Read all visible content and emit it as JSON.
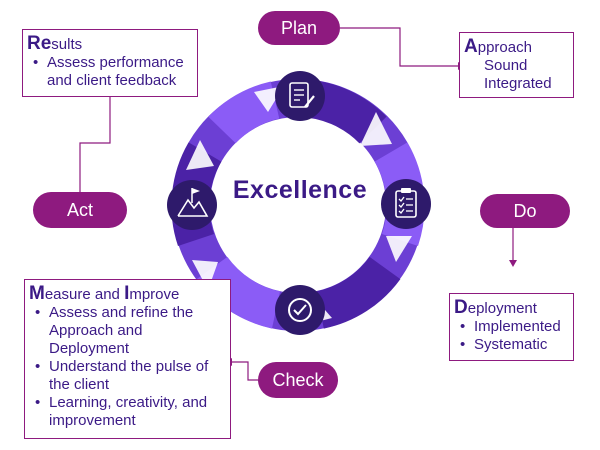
{
  "center": {
    "title": "Excellence"
  },
  "stages": {
    "plan": {
      "label": "Plan"
    },
    "do": {
      "label": "Do"
    },
    "check": {
      "label": "Check"
    },
    "act": {
      "label": "Act"
    }
  },
  "boxes": {
    "approach": {
      "cap": "A",
      "rest": "pproach",
      "lines": [
        "Sound",
        "Integrated"
      ]
    },
    "deployment": {
      "cap": "D",
      "rest": "eployment",
      "bullets": [
        "Implemented",
        "Systematic"
      ]
    },
    "results": {
      "cap": "Re",
      "rest": "sults",
      "bullets": [
        "Assess performance and client feedback"
      ]
    },
    "measure": {
      "cap1": "M",
      "rest1": "easure and ",
      "cap2": "I",
      "rest2": "mprove",
      "bullets": [
        "Assess and refine the Approach and Deployment",
        "Understand the pulse of the client",
        "Learning, creativity, and improvement"
      ]
    }
  },
  "icons": {
    "top": "checklist-pencil-icon",
    "right": "clipboard-checklist-icon",
    "bottom": "check-circle-icon",
    "left": "mountain-flag-icon"
  },
  "colors": {
    "ring_dark": "#4b22a6",
    "ring_light": "#8b5cf6",
    "icon_circle": "#2e1a6b",
    "pill": "#8e1a7f",
    "text": "#3b1a86"
  }
}
